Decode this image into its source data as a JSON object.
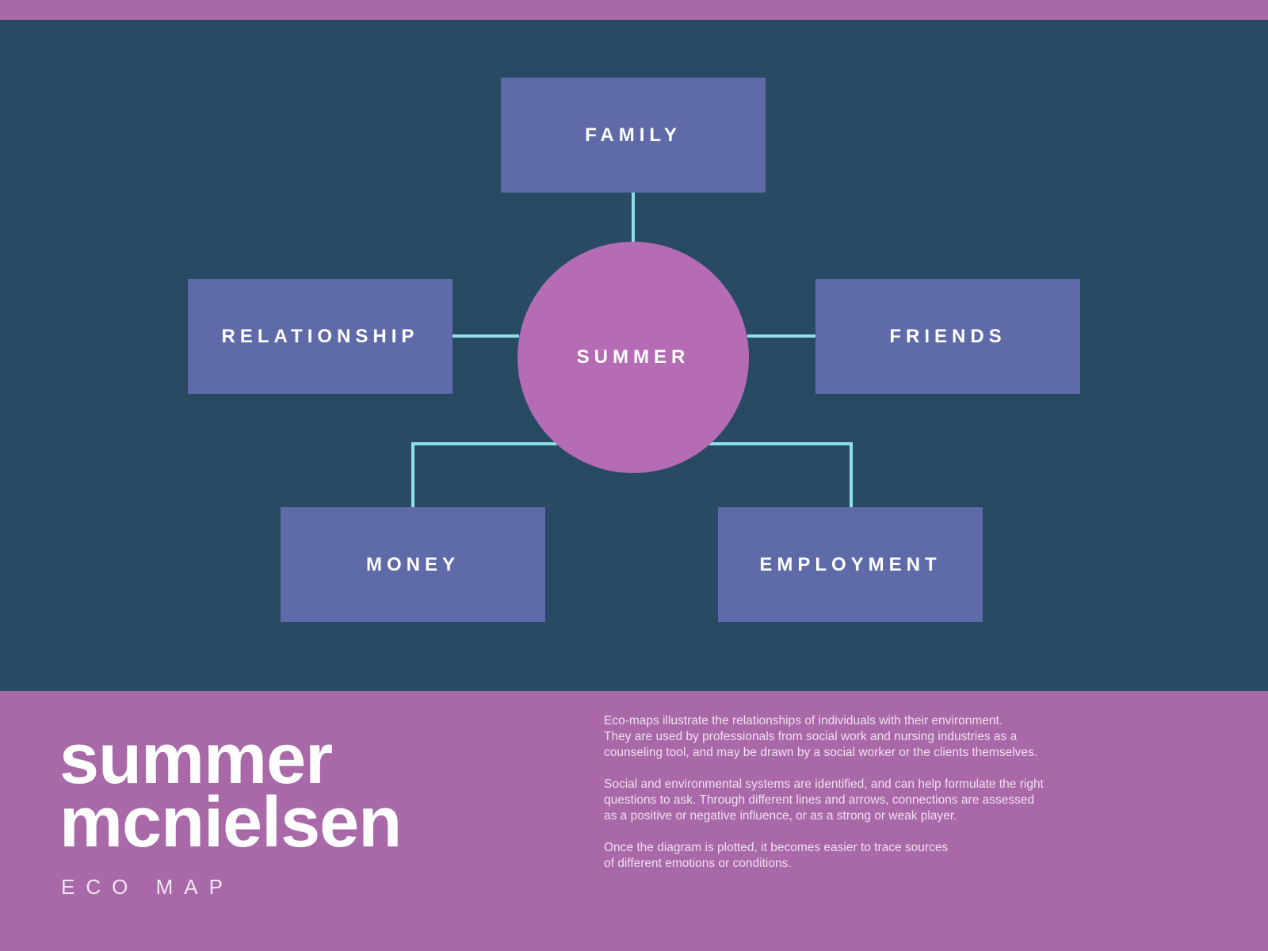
{
  "colors": {
    "background": "#284a63",
    "accent_band": "#a968a8",
    "node_fill": "#5f6aa8",
    "center_fill": "#b56cb4",
    "connector": "#8fe0e6",
    "text": "#ffffff"
  },
  "diagram": {
    "center": "SUMMER",
    "nodes": {
      "family": "FAMILY",
      "relationship": "RELATIONSHIP",
      "friends": "FRIENDS",
      "money": "MONEY",
      "employment": "EMPLOYMENT"
    }
  },
  "footer": {
    "name_line1": "summer",
    "name_line2": "mcnielsen",
    "subtitle": "ECO MAP",
    "paragraphs": [
      [
        "Eco-maps illustrate the relationships of individuals with their environment.",
        "They are used by professionals from social work and nursing industries as a",
        "counseling tool, and may be drawn by a social worker or the clients themselves."
      ],
      [
        "Social and environmental systems are identified, and can help formulate the right",
        "questions to ask. Through different lines and arrows, connections are assessed",
        "as a positive or negative influence, or as a strong or weak player."
      ],
      [
        "Once the diagram is plotted, it becomes easier to trace sources",
        "of different emotions or conditions."
      ]
    ]
  }
}
